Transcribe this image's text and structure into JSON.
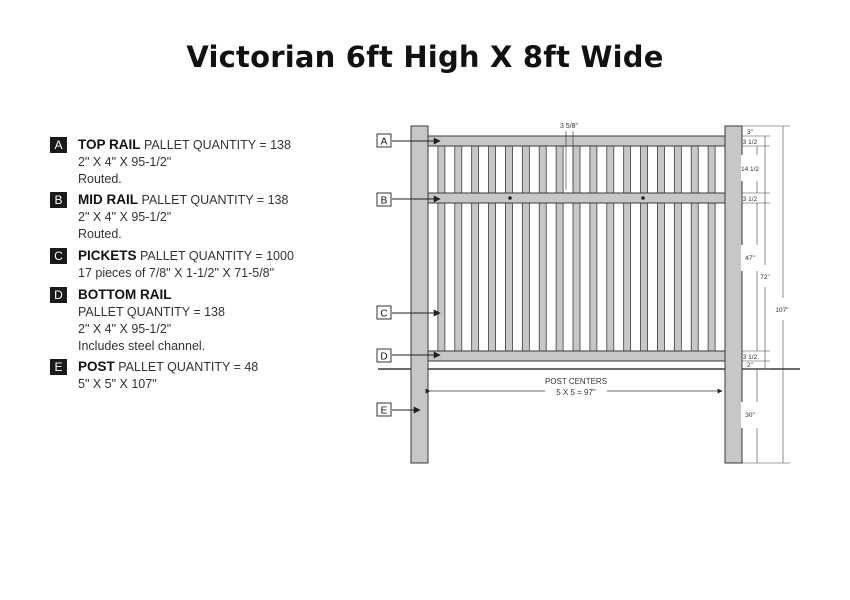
{
  "title": "Victorian 6ft High X 8ft Wide",
  "specs": [
    {
      "letter": "A",
      "name": "TOP RAIL",
      "qty": "PALLET QUANTITY = 138",
      "lines": [
        "2\" X 4\" X 95-1/2\"",
        "Routed."
      ]
    },
    {
      "letter": "B",
      "name": "MID RAIL",
      "qty": "PALLET QUANTITY = 138",
      "lines": [
        "2\" X 4\" X 95-1/2\"",
        "Routed."
      ]
    },
    {
      "letter": "C",
      "name": "PICKETS",
      "qty": "PALLET QUANTITY = 1000",
      "lines": [
        "17 pieces of 7/8\" X 1-1/2\" X 71-5/8\""
      ]
    },
    {
      "letter": "D",
      "name": "BOTTOM RAIL",
      "qty": "",
      "lines": [
        "PALLET QUANTITY = 138",
        "2\" X 4\" X 95-1/2\"",
        "Includes steel channel."
      ]
    },
    {
      "letter": "E",
      "name": "POST",
      "qty": "PALLET QUANTITY = 48",
      "lines": [
        "5\" X 5\" X 107\""
      ]
    }
  ],
  "diagram": {
    "callouts": [
      "A",
      "B",
      "C",
      "D",
      "E"
    ],
    "picket_count": 17,
    "top_gap_label": "3 5/8\"",
    "post_centers_label": "POST CENTERS",
    "post_centers_value": "5 X 5 = 97\"",
    "dims": {
      "d_3": "3\"",
      "d_top_rail": "3 1/2",
      "d_upper": "14 1/2",
      "d_mid_rail": "3 1/2",
      "d_47": "47\"",
      "d_bottom_rail": "3 1/2",
      "d_2": "2\"",
      "d_30": "30\"",
      "d_72": "72\"",
      "d_107": "107\""
    },
    "colors": {
      "fill": "#c7c7c7",
      "stroke": "#3a3a3a",
      "badge": "#1a1a1a"
    }
  }
}
